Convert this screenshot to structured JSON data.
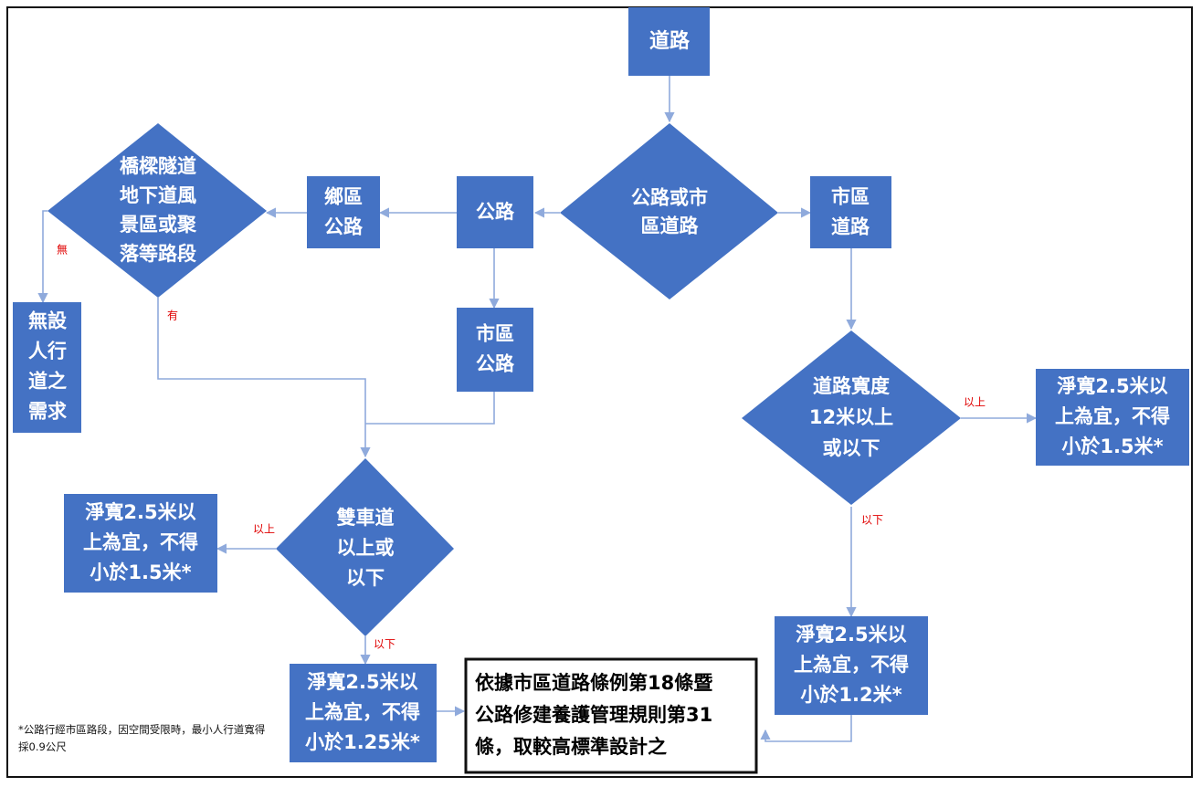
{
  "nodes": {
    "road": [
      "道路"
    ],
    "highway_or_city": [
      "公路或市",
      "區道路"
    ],
    "city_road": [
      "市區",
      "道路"
    ],
    "highway": [
      "公路"
    ],
    "township_highway": [
      "鄉區",
      "公路"
    ],
    "special_sections": [
      "橋樑隧道",
      "地下道風",
      "景區或聚",
      "落等路段"
    ],
    "no_sidewalk_need": [
      "無設",
      "人行",
      "道之",
      "需求"
    ],
    "urban_highway": [
      "市區",
      "公路"
    ],
    "road_width_check": [
      "道路寬度",
      "12米以上",
      "或以下"
    ],
    "width_right_result": [
      "淨寬2.5米以",
      "上為宜，不得",
      "小於1.5米*"
    ],
    "dual_lane_check": [
      "雙車道",
      "以上或",
      "以下"
    ],
    "dual_left_result": [
      "淨寬2.5米以",
      "上為宜，不得",
      "小於1.5米*"
    ],
    "dual_below_result": [
      "淨寬2.5米以",
      "上為宜，不得",
      "小於1.25米*"
    ],
    "width_below_result": [
      "淨寬2.5米以",
      "上為宜，不得",
      "小於1.2米*"
    ],
    "regulation_box": [
      "依據市區道路條例第18條暨",
      "公路修建養護管理規則第31",
      "條，取較高標準設計之"
    ]
  },
  "edge_labels": {
    "none": "無",
    "has": "有",
    "width_above": "以上",
    "width_below": "以下",
    "dual_above": "以上",
    "dual_below": "以下"
  },
  "footnote": "*公路行經市區路段，因空間受限時，最小人行道寬得採0.9公尺",
  "colors": {
    "node_fill": "#4472c4",
    "connector": "#8faadc",
    "edge_label": "#e00000"
  }
}
